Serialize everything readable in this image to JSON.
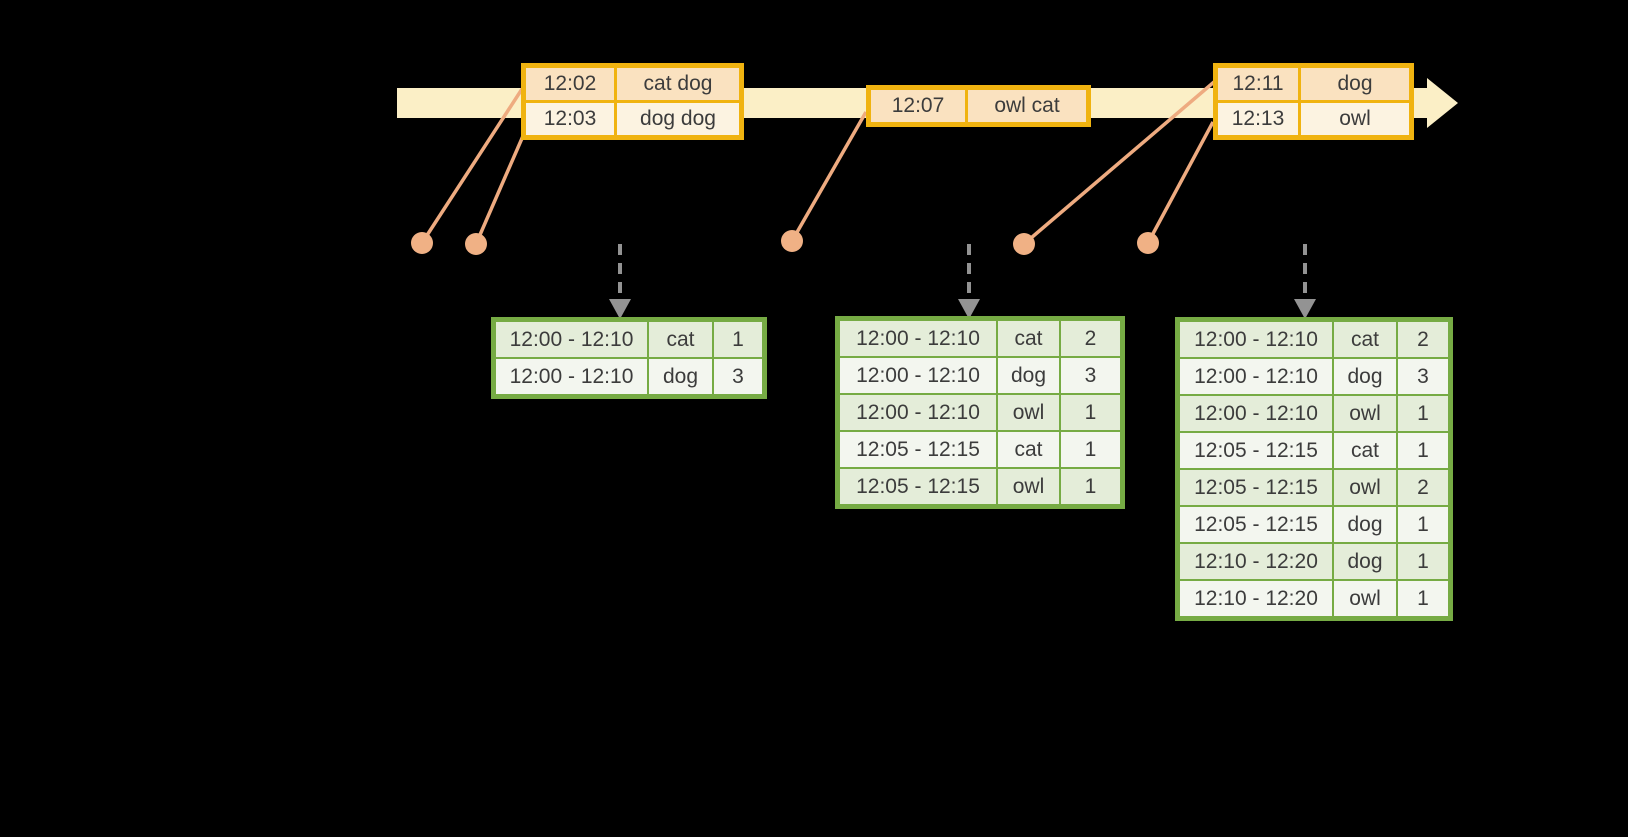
{
  "colors": {
    "background": "#000000",
    "timeline_fill": "#FBEFC6",
    "event_border": "#F0B310",
    "event_row_odd": "#FAE2C0",
    "event_row_even": "#FCF3E1",
    "connector": "#EEAB80",
    "dot": "#F0B185",
    "dashed_arrow": "#939393",
    "result_border": "#76AB44",
    "result_row_odd": "#E4EDD9",
    "result_row_even": "#F3F6EF",
    "text": "#3C3C3C"
  },
  "event_tables": [
    {
      "rows": [
        {
          "time": "12:02",
          "words": "cat dog"
        },
        {
          "time": "12:03",
          "words": "dog dog"
        }
      ]
    },
    {
      "rows": [
        {
          "time": "12:07",
          "words": "owl cat"
        }
      ]
    },
    {
      "rows": [
        {
          "time": "12:11",
          "words": "dog"
        },
        {
          "time": "12:13",
          "words": "owl"
        }
      ]
    }
  ],
  "result_tables": [
    {
      "rows": [
        {
          "window": "12:00 - 12:10",
          "word": "cat",
          "count": "1"
        },
        {
          "window": "12:00 - 12:10",
          "word": "dog",
          "count": "3"
        }
      ]
    },
    {
      "rows": [
        {
          "window": "12:00 - 12:10",
          "word": "cat",
          "count": "2"
        },
        {
          "window": "12:00 - 12:10",
          "word": "dog",
          "count": "3"
        },
        {
          "window": "12:00 - 12:10",
          "word": "owl",
          "count": "1"
        },
        {
          "window": "12:05 - 12:15",
          "word": "cat",
          "count": "1"
        },
        {
          "window": "12:05 - 12:15",
          "word": "owl",
          "count": "1"
        }
      ]
    },
    {
      "rows": [
        {
          "window": "12:00 - 12:10",
          "word": "cat",
          "count": "2"
        },
        {
          "window": "12:00 - 12:10",
          "word": "dog",
          "count": "3"
        },
        {
          "window": "12:00 - 12:10",
          "word": "owl",
          "count": "1"
        },
        {
          "window": "12:05 - 12:15",
          "word": "cat",
          "count": "1"
        },
        {
          "window": "12:05 - 12:15",
          "word": "owl",
          "count": "2"
        },
        {
          "window": "12:05 - 12:15",
          "word": "dog",
          "count": "1"
        },
        {
          "window": "12:10 - 12:20",
          "word": "dog",
          "count": "1"
        },
        {
          "window": "12:10 - 12:20",
          "word": "owl",
          "count": "1"
        }
      ]
    }
  ]
}
